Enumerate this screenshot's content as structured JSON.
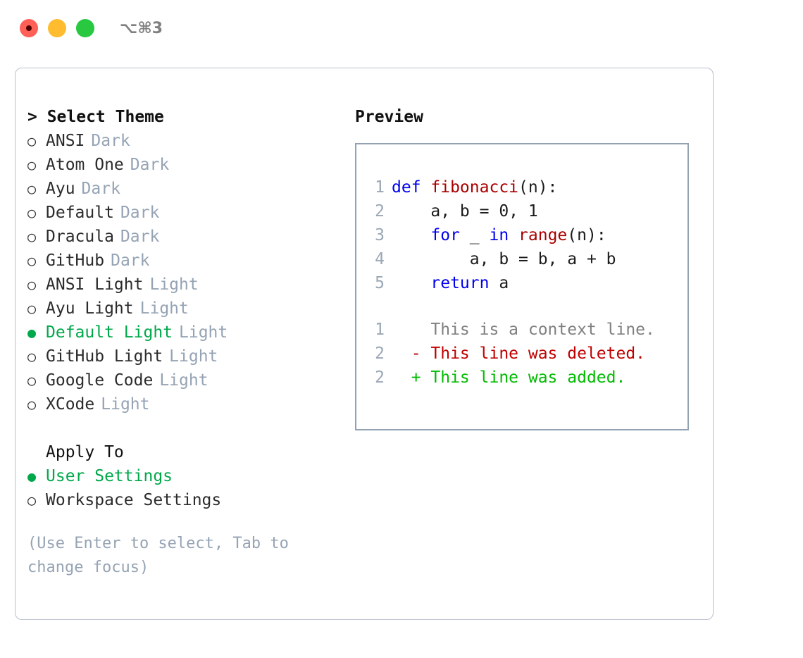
{
  "titlebar": {
    "shortcut": "⌥⌘3",
    "lights": [
      {
        "name": "close",
        "color": "#fe5f57"
      },
      {
        "name": "minimize",
        "color": "#febc2e"
      },
      {
        "name": "maximize",
        "color": "#28c840"
      }
    ]
  },
  "theme_picker": {
    "heading": "> Select Theme",
    "selected_bullet": "●",
    "unselected_bullet": "○",
    "items": [
      {
        "label": "ANSI",
        "badge": "Dark",
        "selected": false
      },
      {
        "label": "Atom One",
        "badge": "Dark",
        "selected": false
      },
      {
        "label": "Ayu",
        "badge": "Dark",
        "selected": false
      },
      {
        "label": "Default",
        "badge": "Dark",
        "selected": false
      },
      {
        "label": "Dracula",
        "badge": "Dark",
        "selected": false
      },
      {
        "label": "GitHub",
        "badge": "Dark",
        "selected": false
      },
      {
        "label": "ANSI Light",
        "badge": "Light",
        "selected": false
      },
      {
        "label": "Ayu Light",
        "badge": "Light",
        "selected": false
      },
      {
        "label": "Default Light",
        "badge": "Light",
        "selected": true
      },
      {
        "label": "GitHub Light",
        "badge": "Light",
        "selected": false
      },
      {
        "label": "Google Code",
        "badge": "Light",
        "selected": false
      },
      {
        "label": "XCode",
        "badge": "Light",
        "selected": false
      }
    ]
  },
  "apply_to": {
    "heading": "Apply To",
    "items": [
      {
        "label": "User Settings",
        "selected": true
      },
      {
        "label": "Workspace Settings",
        "selected": false
      }
    ]
  },
  "hint": "(Use Enter to select, Tab to change focus)",
  "preview": {
    "heading": "Preview",
    "code_lines": [
      {
        "num": "1",
        "tokens": [
          {
            "t": "def ",
            "c": "kw"
          },
          {
            "t": "fibonacci",
            "c": "fn"
          },
          {
            "t": "(n):",
            "c": "code-text"
          }
        ]
      },
      {
        "num": "2",
        "tokens": [
          {
            "t": "    a, b = 0, 1",
            "c": "code-text"
          }
        ]
      },
      {
        "num": "3",
        "tokens": [
          {
            "t": "    ",
            "c": "code-text"
          },
          {
            "t": "for",
            "c": "kw"
          },
          {
            "t": " _ ",
            "c": "code-text"
          },
          {
            "t": "in ",
            "c": "kw"
          },
          {
            "t": "range",
            "c": "fn"
          },
          {
            "t": "(n):",
            "c": "code-text"
          }
        ]
      },
      {
        "num": "4",
        "tokens": [
          {
            "t": "        a, b = b, a + b",
            "c": "code-text"
          }
        ]
      },
      {
        "num": "5",
        "tokens": [
          {
            "t": "    ",
            "c": "code-text"
          },
          {
            "t": "return",
            "c": "kw"
          },
          {
            "t": " a",
            "c": "code-text"
          }
        ]
      }
    ],
    "diff_lines": [
      {
        "num": "1",
        "marker": " ",
        "text": " This is a context line.",
        "kind": "ctx"
      },
      {
        "num": "2",
        "marker": "-",
        "text": " This line was deleted.",
        "kind": "del"
      },
      {
        "num": "2",
        "marker": "+",
        "text": " This line was added.",
        "kind": "add"
      }
    ]
  },
  "colors": {
    "accent_green": "#00a84a",
    "muted_blue_gray": "#95a3b4",
    "keyword_blue": "#0000ee",
    "function_red": "#aa0000",
    "diff_deleted": "#c00000",
    "diff_added": "#00bb00",
    "panel_border": "#b7c0cc",
    "preview_border": "#93a2b3"
  }
}
